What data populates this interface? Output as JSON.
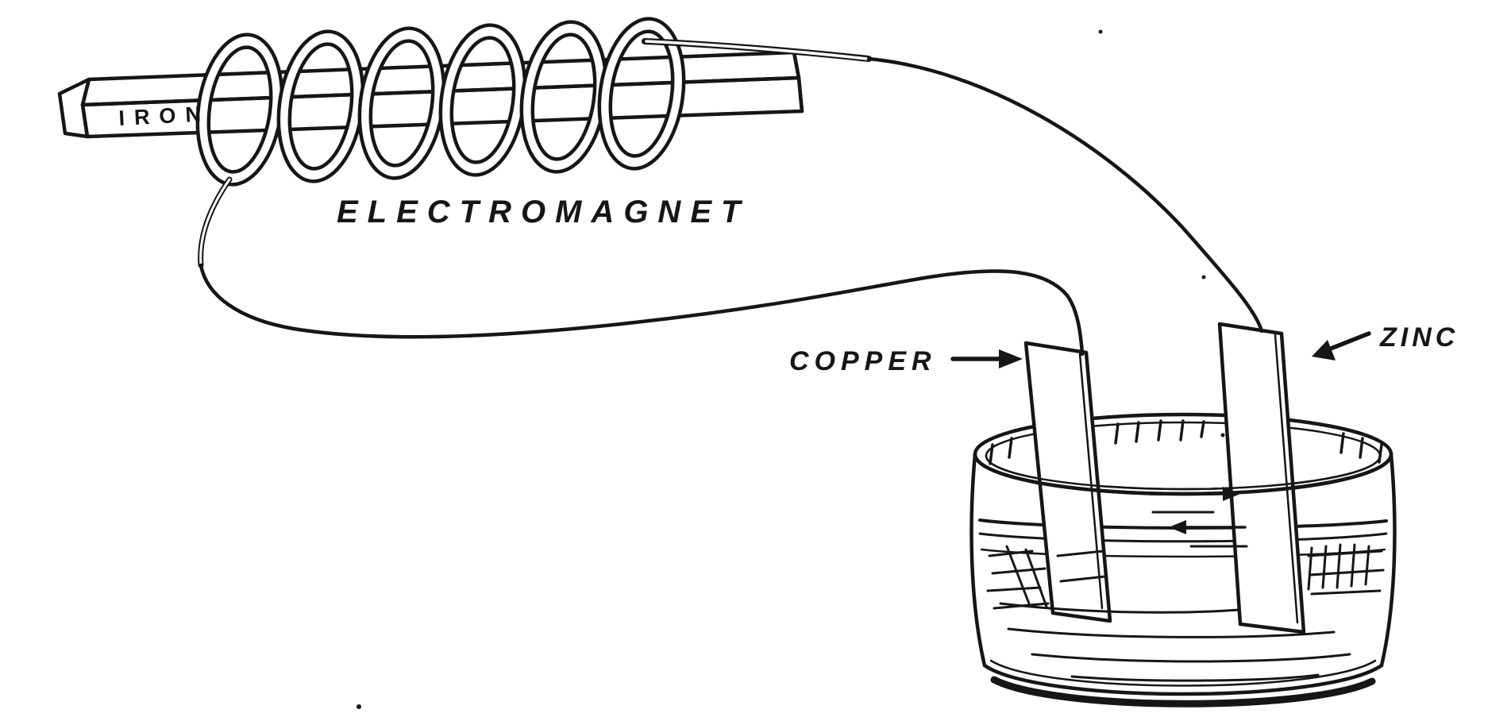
{
  "diagram": {
    "labels": {
      "iron": "IRON",
      "electromagnet": "ELECTROMAGNET",
      "copper": "COPPER",
      "zinc": "ZINC"
    },
    "colors": {
      "ink": "#161616",
      "paper": "#ffffff"
    }
  }
}
